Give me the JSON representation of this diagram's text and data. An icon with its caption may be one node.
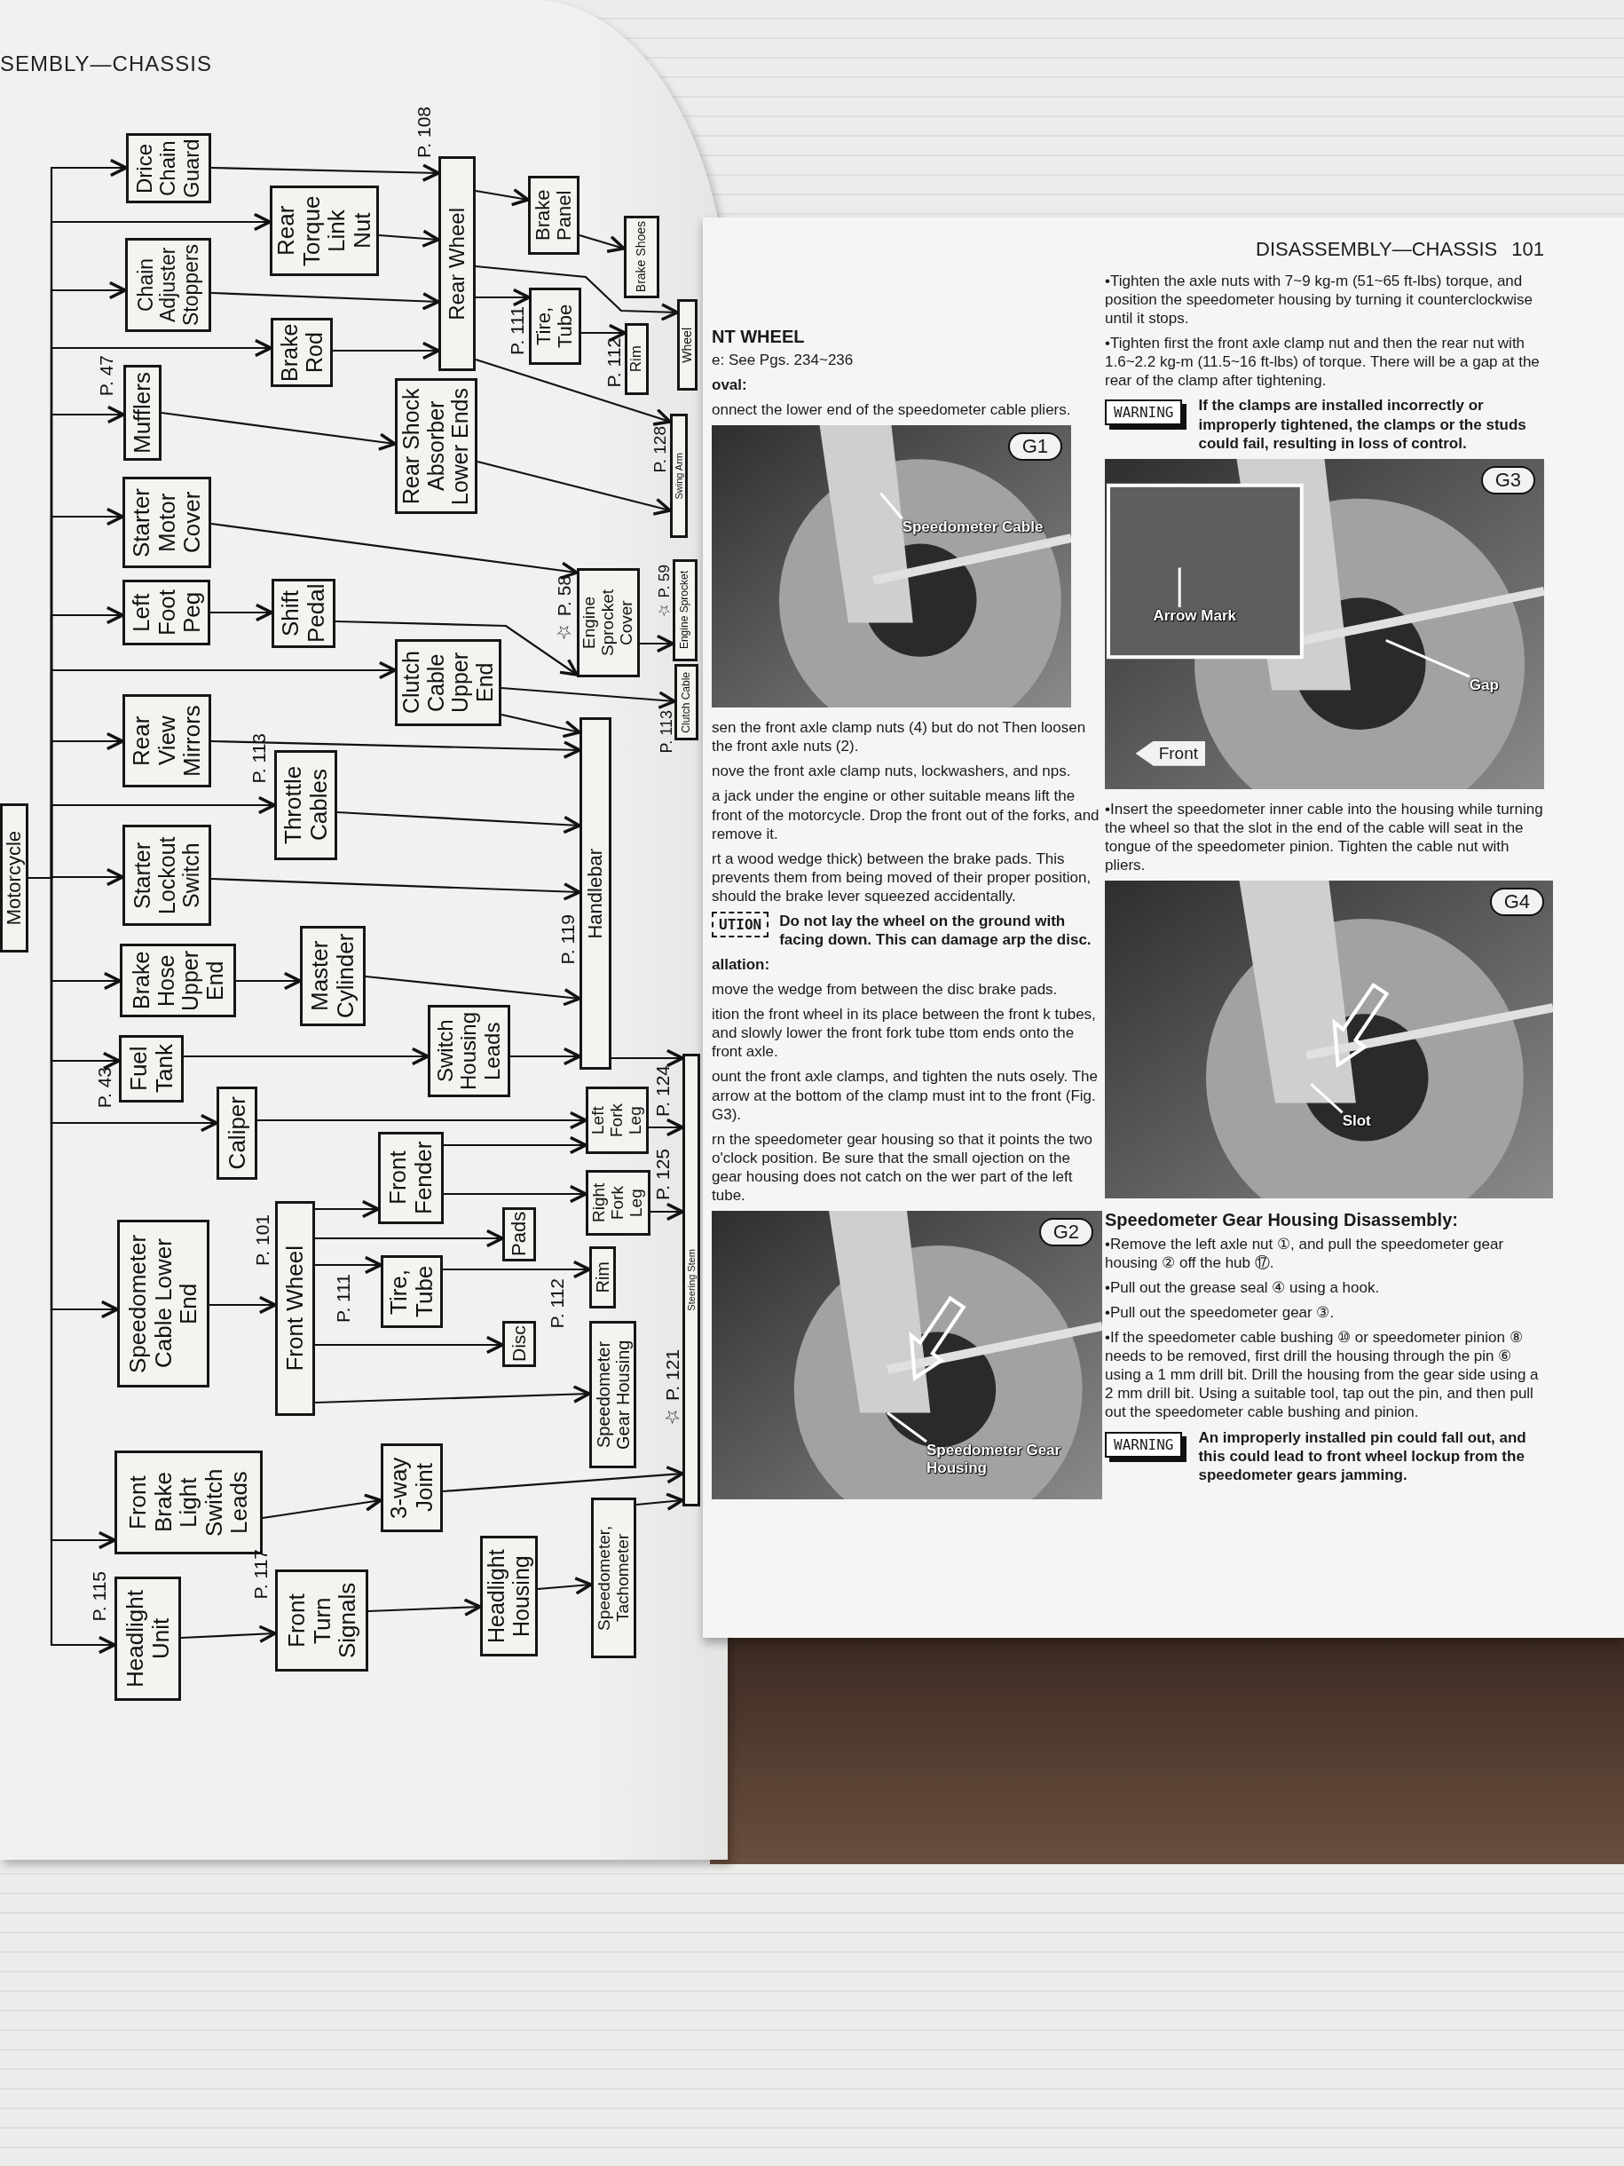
{
  "diagram": {
    "nodes": [
      {
        "text": [
          "Motorcycle"
        ]
      },
      {
        "text": [
          "Drice Chain Guard"
        ]
      },
      {
        "text": [
          "Rear Torque Link Nut"
        ]
      },
      {
        "text": [
          "Chain Adjuster Stoppers"
        ]
      },
      {
        "text": [
          "Brake Rod"
        ]
      },
      {
        "text": [
          "Mufflers"
        ],
        "beside": [
          "P. 47"
        ]
      },
      {
        "text": [
          "Starter Motor Cover"
        ]
      },
      {
        "text": [
          "Left Foot Peg"
        ]
      },
      {
        "text": [
          "Shift Pedal"
        ]
      },
      {
        "text": [
          "Clutch Cable Upper End"
        ]
      },
      {
        "text": [
          "Rear View Mirrors"
        ]
      },
      {
        "text": [
          "Throttle Cables"
        ],
        "beside": [
          "P. 113"
        ]
      },
      {
        "text": [
          "Starter Lockout Switch"
        ]
      },
      {
        "text": [
          "Brake Hose Upper End"
        ]
      },
      {
        "text": [
          "Master Cylinder"
        ]
      },
      {
        "text": [
          "Fuel Tank"
        ],
        "beside": [
          "P. 43"
        ]
      },
      {
        "text": [
          "Switch Housing Leads"
        ]
      },
      {
        "text": [
          "Caliper"
        ]
      },
      {
        "text": [
          "Front Fender"
        ]
      },
      {
        "text": [
          "Left Fork Leg"
        ],
        "beside": [
          "P. 124"
        ]
      },
      {
        "text": [
          "Right Fork Leg"
        ],
        "beside": [
          "P. 125"
        ]
      },
      {
        "text": [
          "Speedometer Cable Lower End"
        ]
      },
      {
        "text": [
          "Front Wheel"
        ],
        "beside": [
          "P. 101"
        ]
      },
      {
        "text": [
          "Pads"
        ]
      },
      {
        "text": [
          "Tire, Tube"
        ],
        "beside": [
          "P. 111"
        ]
      },
      {
        "text": [
          "Rim"
        ],
        "beside": [
          "P. 112"
        ]
      },
      {
        "text": [
          "Disc"
        ]
      },
      {
        "text": [
          "Speedometer Gear Housing"
        ]
      },
      {
        "text": [
          "Front Brake Light Switch Leads"
        ]
      },
      {
        "text": [
          "3-way Joint"
        ]
      },
      {
        "text": [
          "Headlight Unit"
        ],
        "beside": [
          "P. 115"
        ]
      },
      {
        "text": [
          "Front Turn Signals"
        ],
        "beside": [
          "P. 117"
        ]
      },
      {
        "text": [
          "Headlight Housing"
        ]
      },
      {
        "text": [
          "Speedometer, Tachometer"
        ]
      },
      {
        "text": [
          "Rear Wheel"
        ],
        "beside": [
          "P. 108"
        ]
      },
      {
        "text": [
          "Brake Panel"
        ]
      },
      {
        "text": [
          "Brake Shoes"
        ]
      },
      {
        "text": [
          "Tire, Tube"
        ],
        "beside": [
          "P. 111"
        ]
      },
      {
        "text": [
          "Rim"
        ],
        "beside": [
          "P. 112"
        ]
      },
      {
        "text": [
          "Wheel"
        ]
      },
      {
        "text": [
          "Swing Arm"
        ],
        "beside": [
          "P. 128"
        ]
      },
      {
        "text": [
          "Rear Shock Absorber Lower Ends"
        ]
      },
      {
        "text": [
          "Engine Sprocket Cover"
        ],
        "beside": [
          "☆ P. 58"
        ]
      },
      {
        "text": [
          "Engine Sprocket"
        ],
        "beside": [
          "☆ P. 59"
        ]
      },
      {
        "text": [
          "Clutch Cable"
        ],
        "beside": [
          "P. 113"
        ]
      },
      {
        "text": [
          "Handlebar"
        ],
        "beside": [
          "P. 119"
        ]
      },
      {
        "text": [
          "Steering Stem"
        ],
        "beside": [
          "☆ P. 121"
        ]
      },
      {
        "text": [
          "Speedometer Cable"
        ]
      },
      {
        "text": [
          "Speedometer Gear Housing"
        ]
      },
      {
        "text": [
          "Arrow Mark"
        ]
      },
      {
        "text": [
          "Gap"
        ]
      },
      {
        "text": [
          "Slot"
        ]
      }
    ],
    "edges": [
      {
        "from": 0,
        "to": 1,
        "arrow": "to"
      },
      {
        "from": 0,
        "to": 2,
        "arrow": "to"
      },
      {
        "from": 0,
        "to": 3,
        "arrow": "to"
      },
      {
        "from": 0,
        "to": 4,
        "arrow": "to"
      },
      {
        "from": 0,
        "to": 5,
        "arrow": "to"
      },
      {
        "from": 0,
        "to": 6,
        "arrow": "to"
      },
      {
        "from": 0,
        "to": 7,
        "arrow": "to"
      },
      {
        "from": 0,
        "to": 9,
        "arrow": "to"
      },
      {
        "from": 0,
        "to": 10,
        "arrow": "to"
      },
      {
        "from": 0,
        "to": 11,
        "arrow": "to"
      },
      {
        "from": 0,
        "to": 12,
        "arrow": "to"
      },
      {
        "from": 0,
        "to": 13,
        "arrow": "to"
      },
      {
        "from": 0,
        "to": 15,
        "arrow": "to"
      },
      {
        "from": 0,
        "to": 17,
        "arrow": "to"
      },
      {
        "from": 0,
        "to": 21,
        "arrow": "to"
      },
      {
        "from": 0,
        "to": 28,
        "arrow": "to"
      },
      {
        "from": 0,
        "to": 30,
        "arrow": "to"
      },
      {
        "from": 1,
        "to": 34,
        "arrow": "to"
      },
      {
        "from": 2,
        "to": 34,
        "arrow": "to"
      },
      {
        "from": 3,
        "to": 34,
        "arrow": "to"
      },
      {
        "from": 4,
        "to": 34,
        "arrow": "to"
      },
      {
        "from": 34,
        "to": 35,
        "arrow": "to"
      },
      {
        "from": 35,
        "to": 36,
        "arrow": "to"
      },
      {
        "from": 34,
        "to": 37,
        "arrow": "to"
      },
      {
        "from": 37,
        "to": 38,
        "arrow": "to"
      },
      {
        "from": 34,
        "to": 39,
        "arrow": "to"
      },
      {
        "from": 34,
        "to": 40,
        "arrow": "to"
      },
      {
        "from": 41,
        "to": 40,
        "arrow": "to"
      },
      {
        "from": 5,
        "to": 41,
        "arrow": "to"
      },
      {
        "from": 6,
        "to": 42,
        "arrow": "to"
      },
      {
        "from": 7,
        "to": 8,
        "arrow": "to"
      },
      {
        "from": 8,
        "to": 42,
        "arrow": "to"
      },
      {
        "from": 42,
        "to": 43,
        "arrow": "to"
      },
      {
        "from": 9,
        "to": 44,
        "arrow": "to"
      },
      {
        "from": 9,
        "to": 45,
        "arrow": "to"
      },
      {
        "from": 10,
        "to": 45,
        "arrow": "to"
      },
      {
        "from": 11,
        "to": 45,
        "arrow": "to"
      },
      {
        "from": 12,
        "to": 45,
        "arrow": "to"
      },
      {
        "from": 13,
        "to": 14,
        "arrow": "to"
      },
      {
        "from": 14,
        "to": 45,
        "arrow": "to"
      },
      {
        "from": 15,
        "to": 16,
        "arrow": "to"
      },
      {
        "from": 16,
        "to": 45,
        "arrow": "to"
      },
      {
        "from": 45,
        "to": 46,
        "arrow": "to"
      },
      {
        "from": 17,
        "to": 19,
        "arrow": "to"
      },
      {
        "from": 18,
        "to": 19,
        "arrow": "to"
      },
      {
        "from": 18,
        "to": 20,
        "arrow": "to"
      },
      {
        "from": 19,
        "to": 46,
        "arrow": "to"
      },
      {
        "from": 20,
        "to": 46,
        "arrow": "to"
      },
      {
        "from": 21,
        "to": 22,
        "arrow": "to"
      },
      {
        "from": 22,
        "to": 18,
        "arrow": "to"
      },
      {
        "from": 22,
        "to": 23,
        "arrow": "to"
      },
      {
        "from": 22,
        "to": 24,
        "arrow": "to"
      },
      {
        "from": 24,
        "to": 25,
        "arrow": "to"
      },
      {
        "from": 22,
        "to": 26,
        "arrow": "to"
      },
      {
        "from": 22,
        "to": 27,
        "arrow": "to"
      },
      {
        "from": 28,
        "to": 29,
        "arrow": "to"
      },
      {
        "from": 29,
        "to": 46,
        "arrow": "to"
      },
      {
        "from": 30,
        "to": 31,
        "arrow": "to"
      },
      {
        "from": 31,
        "to": 32,
        "arrow": "to"
      },
      {
        "from": 32,
        "to": 33,
        "arrow": "to"
      },
      {
        "from": 33,
        "to": 46,
        "arrow": "to"
      },
      {
        "from": 47,
        "to": null,
        "arrow": "none",
        "color": "#ffffff"
      },
      {
        "from": 48,
        "to": null,
        "arrow": "none",
        "color": "#ffffff"
      },
      {
        "from": 49,
        "to": null,
        "arrow": "none",
        "color": "#ffffff"
      },
      {
        "from": 50,
        "to": null,
        "arrow": "none",
        "color": "#ffffff"
      },
      {
        "from": 51,
        "to": null,
        "arrow": "none",
        "color": "#ffffff"
      }
    ],
    "labels": [
      "SEMBLY—CHASSIS",
      "NT WHEEL",
      "e: See Pgs. 234~236",
      "oval:",
      "onnect the lower end of the speedometer cable pliers.",
      "G1",
      "sen the front axle clamp nuts (4) but do not Then loosen the front axle nuts (2).",
      "nove the front axle clamp nuts, lockwashers, and nps.",
      "a jack under the engine or other suitable means lift the front of the motorcycle. Drop the front out of the forks, and remove it.",
      "rt a wood wedge thick) between the brake pads. This prevents them from being moved of their proper position, should the brake lever squeezed accidentally.",
      "UTION",
      "Do not lay the wheel on the ground with facing down. This can damage arp the disc.",
      "allation:",
      "move the wedge from between the disc brake pads.",
      "ition the front wheel in its place between the front k tubes, and slowly lower the front fork tube ttom ends onto the front axle.",
      "ount the front axle clamps, and tighten the nuts osely. The arrow at the bottom of the clamp must int to the front (Fig. G3).",
      "rn the speedometer gear housing so that it points the two o'clock position. Be sure that the small ojection on the gear housing does not catch on the wer part of the left tube.",
      "G2",
      "DISASSEMBLY—CHASSIS",
      "101",
      "•Tighten the axle nuts with 7~9 kg-m (51~65 ft-lbs) torque, and position the speedometer housing by turning it counterclockwise until it stops.",
      "•Tighten first the front axle clamp nut and then the rear nut with 1.6~2.2 kg-m (11.5~16 ft-lbs) of torque. There will be a gap at the rear of the clamp after tightening.",
      "WARNING",
      "If the clamps are installed incorrectly or improperly tightened, the clamps or the studs could fail, resulting in loss of control.",
      "G3",
      "Front",
      "•Insert the speedometer inner cable into the housing while turning the wheel so that the slot in the end of the cable will seat in the tongue of the speedometer pinion. Tighten the cable nut with pliers.",
      "G4",
      "Speedometer Gear Housing Disassembly:",
      "•Remove the left axle nut ①, and pull the speedometer gear housing ② off the hub ⑰.",
      "•Pull out the grease seal ④ using a hook.",
      "•Pull out the speedometer gear ③.",
      "•If the speedometer cable bushing ⑩ or speedometer pinion ⑧ needs to be removed, first drill the housing through the pin ⑥ using a 1 mm drill bit. Drill the housing from the gear side using a 2 mm drill bit. Using a suitable tool, tap out the pin, and then pull out the speedometer cable bushing and pinion.",
      "WARNING",
      "An improperly installed pin could fall out, and this could lead to front wheel lockup from the speedometer gears jamming."
    ]
  }
}
